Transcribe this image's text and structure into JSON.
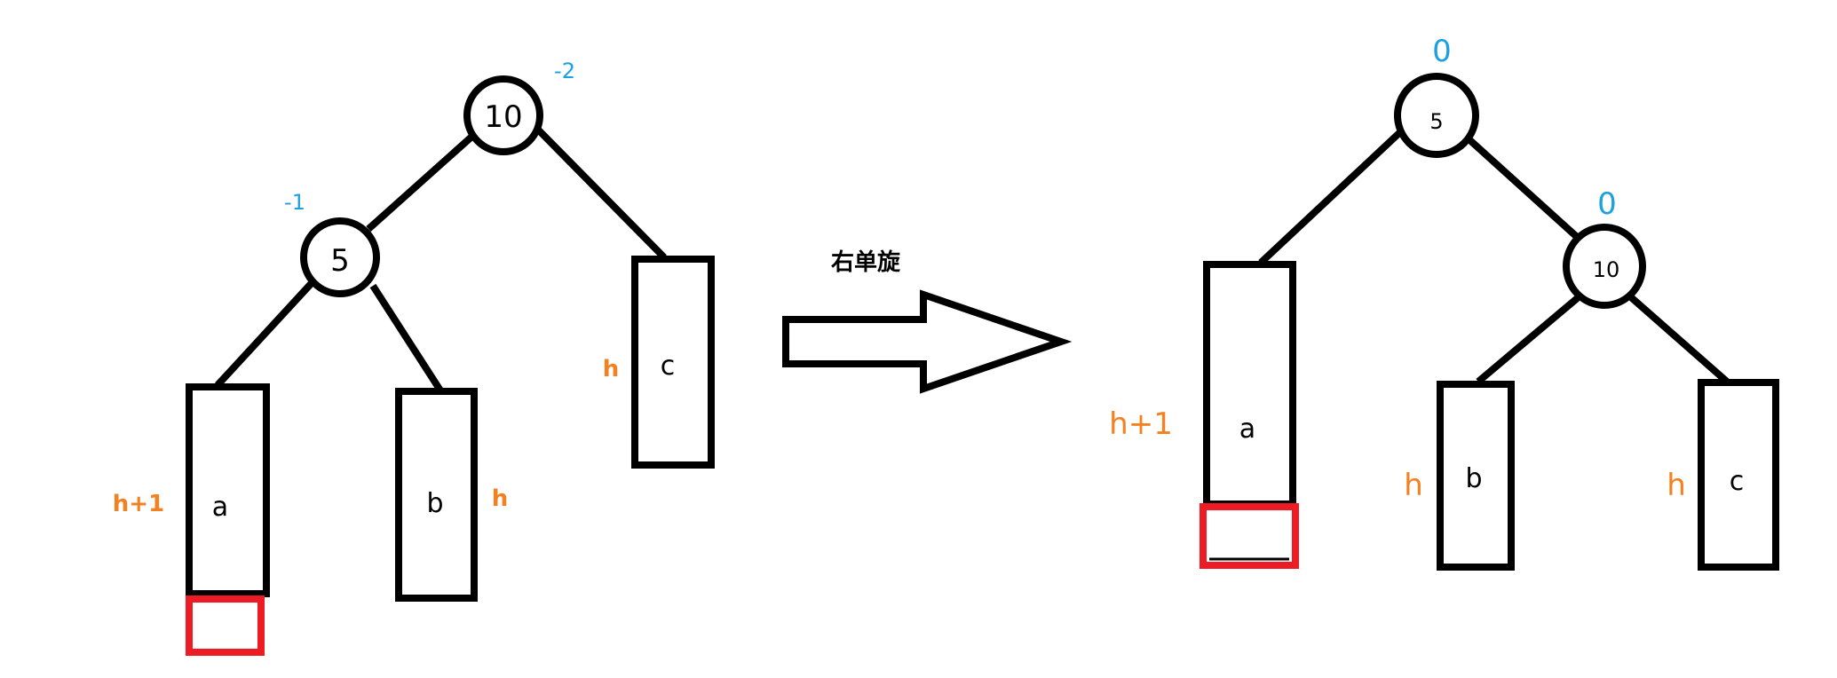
{
  "colors": {
    "stroke": "#000000",
    "inserted_node": "#ed1c24",
    "balance_factor": "#1ba1e2",
    "height_label": "#f58020"
  },
  "operation": {
    "label": "右单旋",
    "arrow_icon": "right-arrow-icon"
  },
  "before": {
    "nodes": [
      {
        "id": "10",
        "value": "10",
        "balance_factor": "-2"
      },
      {
        "id": "5",
        "value": "5",
        "balance_factor": "-1"
      }
    ],
    "subtrees": [
      {
        "id": "a",
        "label": "a",
        "height": "h+1",
        "inserted_marker": true
      },
      {
        "id": "b",
        "label": "b",
        "height": "h"
      },
      {
        "id": "c",
        "label": "c",
        "height": "h"
      }
    ]
  },
  "after": {
    "nodes": [
      {
        "id": "5",
        "value": "5",
        "balance_factor": "0"
      },
      {
        "id": "10",
        "value": "10",
        "balance_factor": "0"
      }
    ],
    "subtrees": [
      {
        "id": "a",
        "label": "a",
        "height": "h+1",
        "inserted_marker": true
      },
      {
        "id": "b",
        "label": "b",
        "height": "h"
      },
      {
        "id": "c",
        "label": "c",
        "height": "h"
      }
    ]
  }
}
